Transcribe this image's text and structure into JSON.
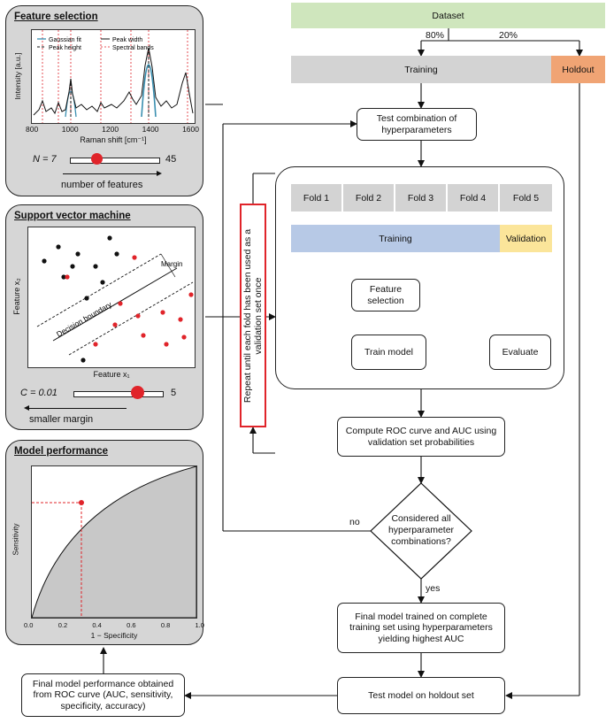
{
  "feature_selection": {
    "title": "Feature selection",
    "legend": [
      "Gaussian fit",
      "Peak height",
      "Peak width",
      "Spectral bands"
    ],
    "ylabel": "Intensity [a.u.]",
    "xlabel": "Raman shift [cm⁻¹]",
    "xticks": [
      "800",
      "1000",
      "1200",
      "1400",
      "1600"
    ],
    "slider_label": "N = 7",
    "slider_max": "45",
    "slider_caption": "number of features",
    "slider_value_fraction": 0.3
  },
  "svm": {
    "title": "Support vector machine",
    "margin_label": "Margin",
    "boundary_label": "Decision boundary",
    "ylabel": "Feature x₂",
    "xlabel": "Feature x₁",
    "slider_label": "C = 0.01",
    "slider_max": "5",
    "slider_caption": "smaller margin",
    "slider_value_fraction": 0.72
  },
  "model_performance": {
    "title": "Model performance",
    "ylabel": "Sensitivity",
    "xlabel": "1 − Specificity",
    "ticks": [
      "0.0",
      "0.2",
      "0.4",
      "0.6",
      "0.8",
      "1.0"
    ]
  },
  "flow": {
    "dataset": "Dataset",
    "split_train": "80%",
    "split_holdout": "20%",
    "training": "Training",
    "holdout": "Holdout",
    "test_combination": "Test combination of hyperparameters",
    "folds": [
      "Fold 1",
      "Fold 2",
      "Fold 3",
      "Fold 4",
      "Fold 5"
    ],
    "cv_training": "Training",
    "cv_validation": "Validation",
    "feature_selection": "Feature selection",
    "train_model": "Train model",
    "evaluate": "Evaluate",
    "repeat_note": "Repeat until each fold has been used as a validation set once",
    "compute_roc": "Compute ROC curve and AUC using validation set probabilities",
    "decision": "Considered all hyperparameter combinations?",
    "no": "no",
    "yes": "yes",
    "final_model": "Final model trained on complete training set using hyperparameters yielding highest AUC",
    "test_holdout": "Test model on holdout set",
    "final_performance": "Final model performance obtained from ROC curve (AUC, sensitivity, specificity, accuracy)"
  },
  "colors": {
    "dataset": "#cfe6bd",
    "training_bar": "#d3d3d3",
    "holdout": "#f0a474",
    "cv_training": "#b7c9e6",
    "cv_validation": "#fbe59a",
    "red": "#e0242a",
    "gaussian": "#3a8fb0"
  }
}
